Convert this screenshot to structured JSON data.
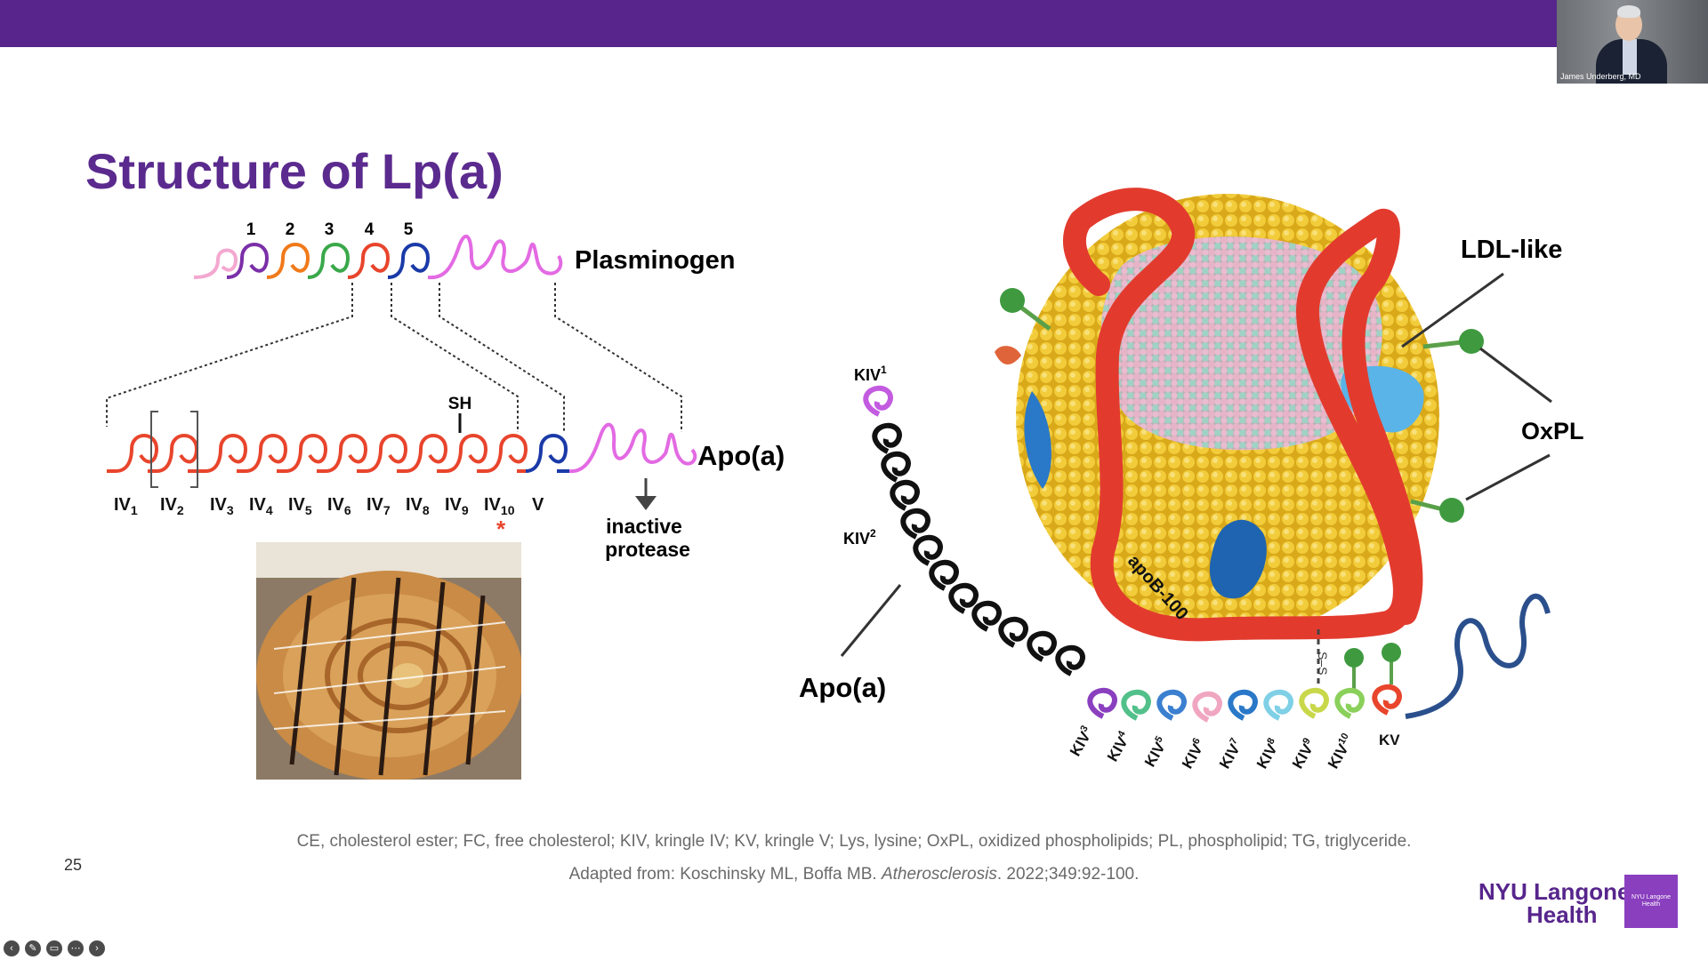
{
  "slide": {
    "title": "Structure of Lp(a)",
    "number": "25"
  },
  "presenter": {
    "name": "James Underberg, MD"
  },
  "plasminogen": {
    "label": "Plasminogen",
    "kringle_numbers": [
      "1",
      "2",
      "3",
      "4",
      "5"
    ]
  },
  "apoa_left": {
    "label": "Apo(a)",
    "sh_label": "SH",
    "kringles": [
      {
        "base": "IV",
        "sub": "1"
      },
      {
        "base": "IV",
        "sub": "2"
      },
      {
        "base": "IV",
        "sub": "3"
      },
      {
        "base": "IV",
        "sub": "4"
      },
      {
        "base": "IV",
        "sub": "5"
      },
      {
        "base": "IV",
        "sub": "6"
      },
      {
        "base": "IV",
        "sub": "7"
      },
      {
        "base": "IV",
        "sub": "8"
      },
      {
        "base": "IV",
        "sub": "9"
      },
      {
        "base": "IV",
        "sub": "10"
      }
    ],
    "kv_label": "V",
    "asterisk": "*",
    "protease_label_1": "inactive",
    "protease_label_2": "protease"
  },
  "particle": {
    "ldl_label": "LDL-like",
    "oxpl_label": "OxPL",
    "apob_label": "apoB-100",
    "apoa_label": "Apo(a)",
    "kiv1_base": "KIV",
    "kiv1_sup": "1",
    "kiv2_base": "KIV",
    "kiv2_sup": "2",
    "chain_labels": [
      {
        "base": "KIV",
        "sup": "3"
      },
      {
        "base": "KIV",
        "sup": "4"
      },
      {
        "base": "KIV",
        "sup": "5"
      },
      {
        "base": "KIV",
        "sup": "6"
      },
      {
        "base": "KIV",
        "sup": "7"
      },
      {
        "base": "KIV",
        "sup": "8"
      },
      {
        "base": "KIV",
        "sup": "9"
      },
      {
        "base": "KIV",
        "sup": "10"
      }
    ],
    "kv_label": "KV",
    "disulfide": "S–S"
  },
  "footnotes": {
    "abbreviations": "CE, cholesterol ester; FC, free cholesterol; KIV, kringle IV; KV, kringle V; Lys,  lysine; OxPL, oxidized phospholipids; PL, phospholipid; TG, triglyceride.",
    "source_prefix": "Adapted from: Koschinsky ML, Boffa MB. ",
    "source_journal": "Atherosclerosis",
    "source_suffix": ". 2022;349:92-100."
  },
  "logo": {
    "line1": "NYU Langone",
    "line2": "Health",
    "box_text": "NYU Langone Health"
  },
  "colors": {
    "brand_purple": "#57258c",
    "title_purple": "#5b2a8e",
    "kringle_red": "#e8452c",
    "kringle_blue": "#1a3aa8",
    "protease_magenta": "#e36ae3",
    "apob_red": "#e23b2e"
  }
}
